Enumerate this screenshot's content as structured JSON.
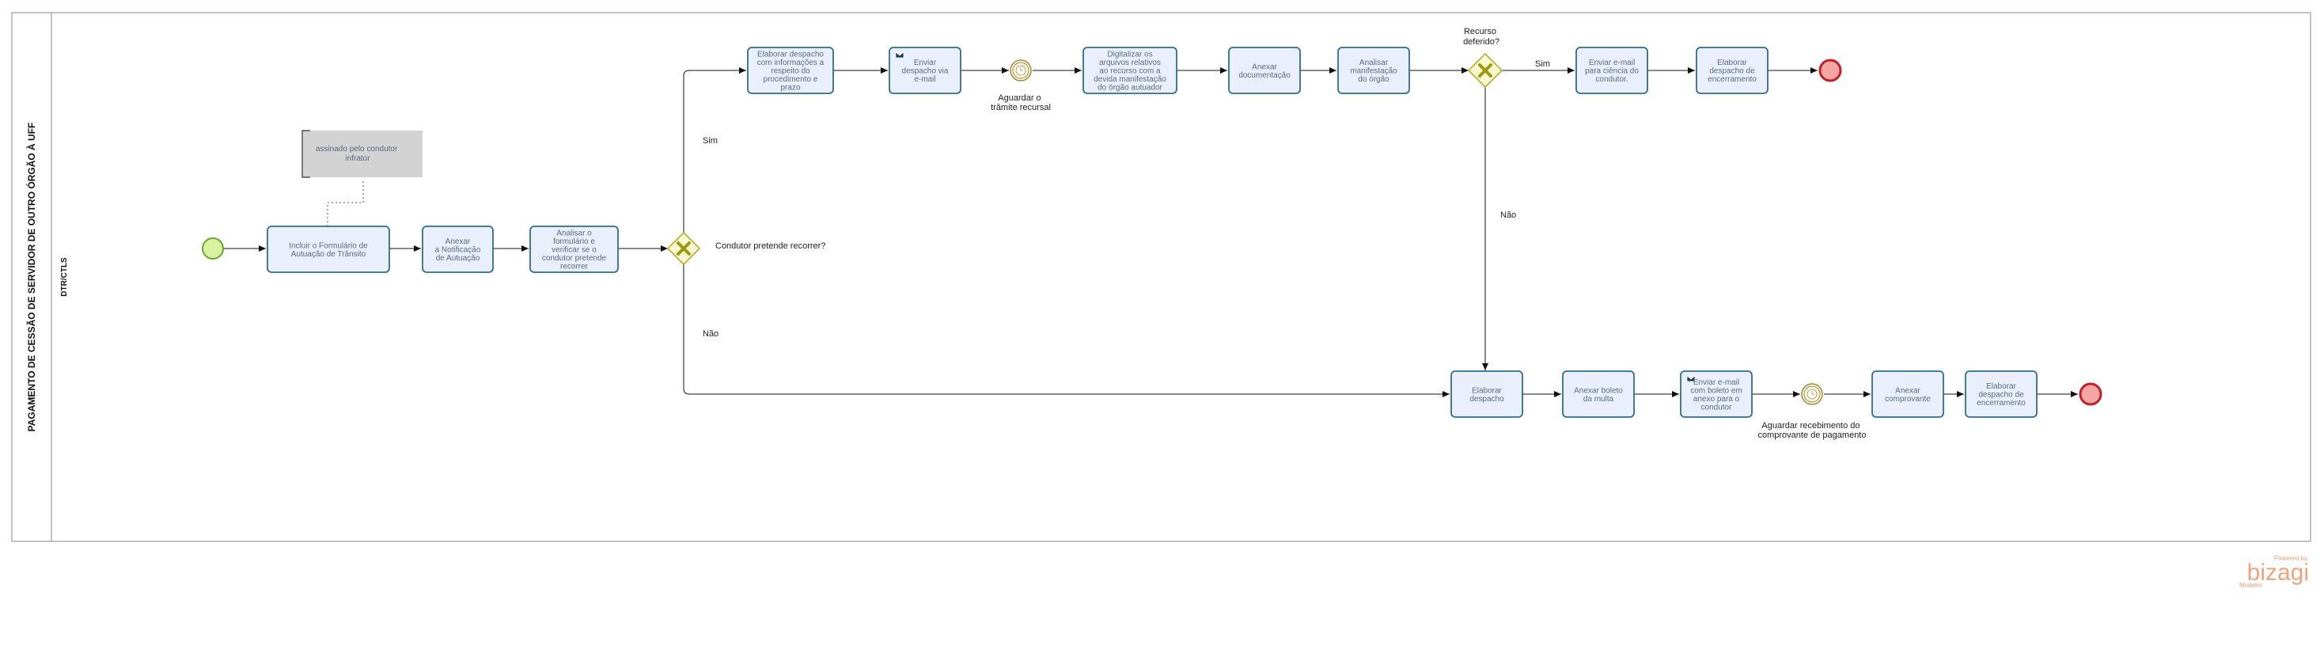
{
  "pool": {
    "title": "PAGAMENTO DE CESSÃO DE SERVIDOR DE OUTRO ÓRGÃO À UFF",
    "lane": "DTR/CTLS"
  },
  "tasks": [
    {
      "id": "t1",
      "lines": [
        "Incluir o Formulário de",
        "Autuação de Trânsito"
      ]
    },
    {
      "id": "t2",
      "lines": [
        "Anexar",
        "a Notificação",
        "de Autuação"
      ]
    },
    {
      "id": "t3",
      "lines": [
        "Analisar o",
        "formulário e",
        "verificar se o",
        "condutor pretende",
        "recorrer"
      ]
    },
    {
      "id": "t4",
      "lines": [
        "Elaborar despacho",
        "com informações a",
        "respeito do",
        "procedimento e",
        "prazo"
      ]
    },
    {
      "id": "t5",
      "lines": [
        "Enviar",
        "despacho via",
        "e-mail"
      ],
      "icon": "envelope"
    },
    {
      "id": "t6",
      "lines": [
        "Digitalizar os",
        "arquivos relativos",
        "ao recurso com a",
        "devida manifestação",
        "do órgão autuador"
      ]
    },
    {
      "id": "t7",
      "lines": [
        "Anexar",
        "documentação"
      ]
    },
    {
      "id": "t8",
      "lines": [
        "Analisar",
        "manifestação",
        "do órgão"
      ]
    },
    {
      "id": "t9",
      "lines": [
        "Enviar e-mail",
        "para ciência do",
        "condutor."
      ]
    },
    {
      "id": "t10",
      "lines": [
        "Elaborar",
        "despacho de",
        "encerramento"
      ]
    },
    {
      "id": "t11",
      "lines": [
        "Elaborar",
        "despacho"
      ]
    },
    {
      "id": "t12",
      "lines": [
        "Anexar boleto",
        "da multa"
      ]
    },
    {
      "id": "t13",
      "lines": [
        "Enviar e-mail",
        "com boleto em",
        "anexo para o",
        "condutor"
      ],
      "icon": "envelope"
    },
    {
      "id": "t14",
      "lines": [
        "Anexar",
        "comprovante"
      ]
    },
    {
      "id": "t15",
      "lines": [
        "Elaborar",
        "despacho de",
        "encerramento"
      ]
    }
  ],
  "annotation": {
    "lines": [
      "assinado pelo condutor",
      "infrator"
    ]
  },
  "gateways": [
    {
      "id": "g1",
      "label_lines": [
        "Condutor pretende recorrer?"
      ]
    },
    {
      "id": "g2",
      "label_lines": [
        "Recurso",
        "deferido?"
      ]
    }
  ],
  "intermediate_events": [
    {
      "id": "e1",
      "label_lines": [
        "Aguardar o",
        "trâmite recursal"
      ]
    },
    {
      "id": "e2",
      "label_lines": [
        "Aguardar recebimento do",
        "comprovante de pagamento"
      ]
    }
  ],
  "flow_labels": {
    "g1_yes": "Sim",
    "g1_no": "Não",
    "g2_yes": "Sim",
    "g2_no": "Não"
  },
  "logo": {
    "powered": "Powered by",
    "brand": "bizagi",
    "product": "Modeler"
  },
  "colors": {
    "task_fill": "#eaf0fb",
    "task_stroke": "#2d6e8e",
    "start_fill": "#d9f2a0",
    "start_stroke": "#6aa82c",
    "end_fill": "#f6a5a5",
    "end_stroke": "#c0202a",
    "gateway_fill": "#fafad0",
    "gateway_stroke": "#a8a820",
    "gateway_mark": "#9a9a10",
    "annotation_fill": "#d3d3d3"
  }
}
